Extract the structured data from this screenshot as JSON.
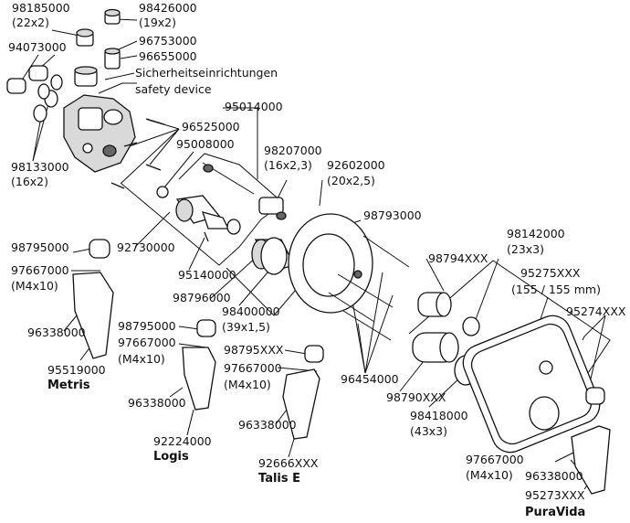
{
  "labels": {
    "p98185000": "98185000",
    "p98185000_size": "(22x2)",
    "p98426000": "98426000",
    "p98426000_size": "(19x2)",
    "p94073000": "94073000",
    "p96753000": "96753000",
    "p96655000": "96655000",
    "safety_de": "Sicherheitseinrichtungen",
    "safety_en": "safety device",
    "p95014000": "95014000",
    "p96525000": "96525000",
    "p95008000": "95008000",
    "p98207000": "98207000",
    "p98207000_size": "(16x2,3)",
    "p98133000": "98133000",
    "p98133000_size": "(16x2)",
    "p92602000": "92602000",
    "p92602000_size": "(20x2,5)",
    "p98793000": "98793000",
    "p98142000": "98142000",
    "p98142000_size": "(23x3)",
    "p98795000_a": "98795000",
    "p97667000_a": "97667000",
    "m4x10_a": "(M4x10)",
    "p92730000": "92730000",
    "p98794xxx": "98794XXX",
    "p95275xxx": "95275XXX",
    "p95275xxx_size": "(155 / 155 mm)",
    "p95140000": "95140000",
    "p95274xxx": "95274XXX",
    "p98796000": "98796000",
    "p98400000": "98400000",
    "p98400000_size": "(39x1,5)",
    "p96338000_a": "96338000",
    "p98795000_b": "98795000",
    "p97667000_b": "97667000",
    "m4x10_b": "(M4x10)",
    "p98795xxx": "98795XXX",
    "p95519000": "95519000",
    "metris": "Metris",
    "p97667000_c": "97667000",
    "m4x10_c": "(M4x10)",
    "p96454000": "96454000",
    "p96338000_b": "96338000",
    "p98790xxx": "98790XXX",
    "p98418000": "98418000",
    "p98418000_size": "(43x3)",
    "p96338000_c": "96338000",
    "p92224000": "92224000",
    "logis": "Logis",
    "p97667000_d": "97667000",
    "m4x10_d": "(M4x10)",
    "p92666xxx": "92666XXX",
    "talis": "Talis E",
    "p96338000_d": "96338000",
    "p95273xxx": "95273XXX",
    "puravida": "PuraVida"
  }
}
